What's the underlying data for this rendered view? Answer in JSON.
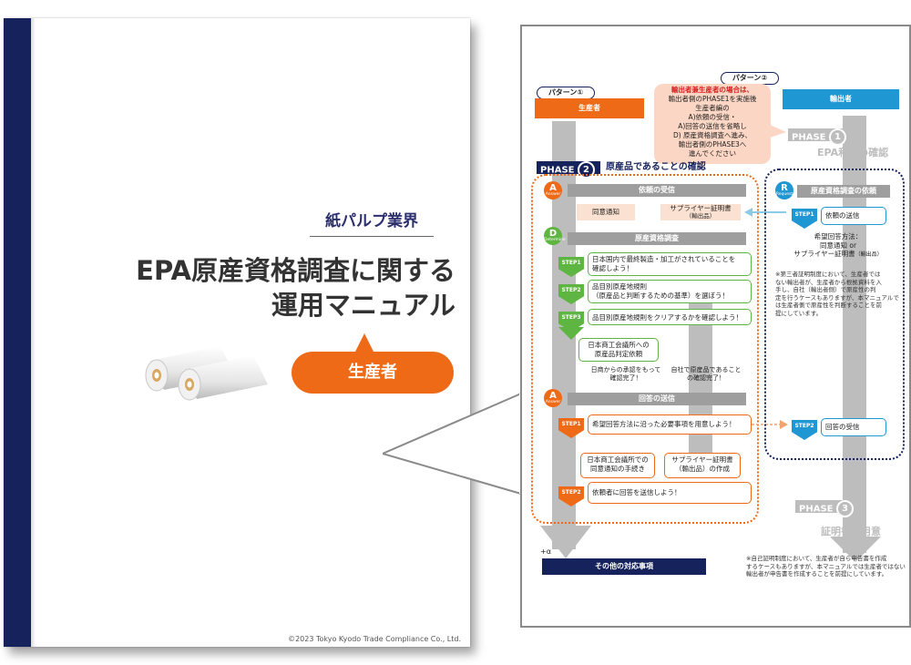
{
  "cover": {
    "industry": "紙パルプ業界",
    "title_line1": "EPA原産資格調査に関する",
    "title_line2": "運用マニュアル",
    "role_badge": "生産者",
    "copyright": "©2023 Tokyo Kyodo Trade Compliance Co., Ltd."
  },
  "flow": {
    "pattern1": "パターン①",
    "pattern2": "パターン②",
    "producer_header": "生産者",
    "exporter_header": "輸出者",
    "note_lines": [
      "輸出者兼生産者の場合は、",
      "輸出者側のPHASE1を実施後",
      "生産者編の",
      "A)依頼の受信・",
      "A)回答の送信を省略し",
      "D) 原産資格調査へ進み、",
      "輸出者側のPHASE3へ",
      "進んでください"
    ],
    "phase1_label": "PHASE",
    "phase1_num": "1",
    "phase1_title": "EPA利用の確認",
    "phase2_label": "PHASE",
    "phase2_num": "2",
    "phase2_title": "原産品であることの確認",
    "phase3_label": "PHASE",
    "phase3_num": "3",
    "phase3_title": "証明書の用意",
    "a_letter": "A",
    "a_sub": "Answer",
    "d_letter": "D",
    "d_sub": "Determine",
    "r_letter": "R",
    "r_sub": "Request",
    "receive_request": "依頼の受信",
    "consent_notice": "同意通知",
    "supplier_cert_line1": "サプライヤー証明書",
    "supplier_cert_line2": "（輸出品）",
    "origin_survey": "原産資格調査",
    "step1": "STEP1",
    "step2": "STEP2",
    "step3": "STEP3",
    "d_step1_line1": "日本国内で最終製造・加工がされていることを",
    "d_step1_line2": "確認しよう！",
    "d_step2_line1": "品目別原産地規則",
    "d_step2_line2": "（原産品と判断するための基準）を選ぼう！",
    "d_step3": "品目別原産地規則をクリアするかを確認しよう！",
    "chamber_line1": "日本商工会議所への",
    "chamber_line2": "原産品判定依頼",
    "approval_line1": "日商からの承認をもって",
    "approval_line2": "確認完了！",
    "self_confirm_line1": "自社で原産品であること",
    "self_confirm_line2": "の確認完了！",
    "send_answer": "回答の送信",
    "a_step1": "希望回答方法に沿った必要事項を用意しよう！",
    "chamber_consent_line1": "日本商工会議所での",
    "chamber_consent_line2": "同意通知の手続き",
    "supplier_create_line1": "サプライヤー証明書",
    "supplier_create_line2": "（輸出品）の作成",
    "a_step2": "依頼者に回答を送信しよう！",
    "alpha": "+α",
    "other_matters": "その他の対応事項",
    "origin_request": "原産資格調査の依頼",
    "send_request": "依頼の送信",
    "desired_method_label": "希望回答方法：",
    "desired_method_opt1": "同意通知 or",
    "desired_method_opt2": "サプライヤー証明書",
    "desired_method_opt2_sub": "（輸出品）",
    "third_party_note": [
      "※第三者証明制度において、生産者では",
      "ない輸出者が、生産者から根拠資料を入",
      "手し、自社（輸出者側）で原産性の判",
      "定を行うケースもありますが、本マニュアルで",
      "は生産者側で原産性を判断することを前",
      "提にしています。"
    ],
    "receive_answer": "回答の受信",
    "self_cert_note": [
      "※自己証明制度において、生産者が自ら申告書を作成",
      "するケースもありますが、本マニュアルでは生産者ではない",
      "輸出者が申告書を作成することを前提にしています。"
    ]
  },
  "colors": {
    "navy": "#15225b",
    "orange": "#ee6a16",
    "blue": "#1e97d3",
    "green": "#5fb541",
    "gray": "#bdbdbd"
  }
}
